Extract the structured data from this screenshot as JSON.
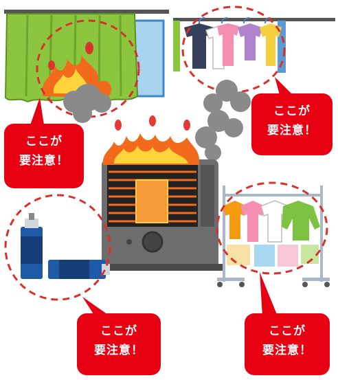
{
  "callouts": [
    {
      "id": "curtain",
      "line1": "ここが",
      "line2": "要注意！"
    },
    {
      "id": "laundry-top",
      "line1": "ここが",
      "line2": "要注意！"
    },
    {
      "id": "spray-cans",
      "line1": "ここが",
      "line2": "要注意！"
    },
    {
      "id": "laundry-rack",
      "line1": "ここが",
      "line2": "要注意！"
    }
  ],
  "colors": {
    "callout_red": "#e60012",
    "dashed_circle": "#d9302a",
    "curtain_green": "#8cc63f",
    "flame_orange": "#f26b1d",
    "smoke_gray": "#8a8a8a",
    "heater_body": "#6d6d6d",
    "spray_blue": "#1f5aa6"
  }
}
